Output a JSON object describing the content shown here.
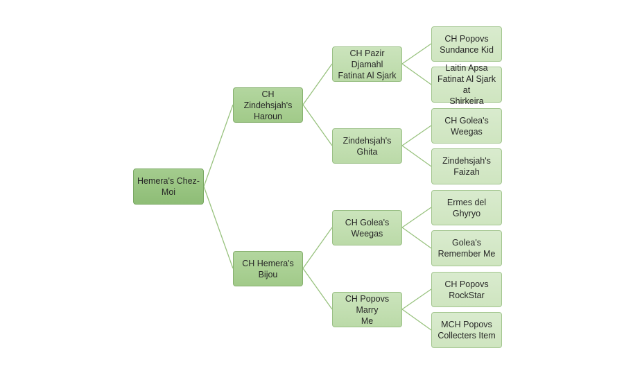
{
  "pedigree": {
    "subject": "Hemera's Chez-\nMoi",
    "sire": {
      "name": "CH Zindehsjah's\nHaroun",
      "sire": {
        "name": "CH Pazir Djamahl\nFatinat Al Sjark",
        "sire": "CH Popovs\nSundance Kid",
        "dam": "Laitin Apsa\nFatinat Al Sjark at\nShirkeira"
      },
      "dam": {
        "name": "Zindehsjah's\nGhita",
        "sire": "CH Golea's\nWeegas",
        "dam": "Zindehsjah's\nFaizah"
      }
    },
    "dam": {
      "name": "CH Hemera's\nBijou",
      "sire": {
        "name": "CH Golea's\nWeegas",
        "sire": "Ermes del\nGhyryo",
        "dam": "Golea's\nRemember Me"
      },
      "dam": {
        "name": "CH Popovs Marry\nMe",
        "sire": "CH Popovs\nRockStar",
        "dam": "MCH Popovs\nCollecters Item"
      }
    }
  },
  "colors": {
    "connector": "#98c27e",
    "text": "#262626"
  }
}
